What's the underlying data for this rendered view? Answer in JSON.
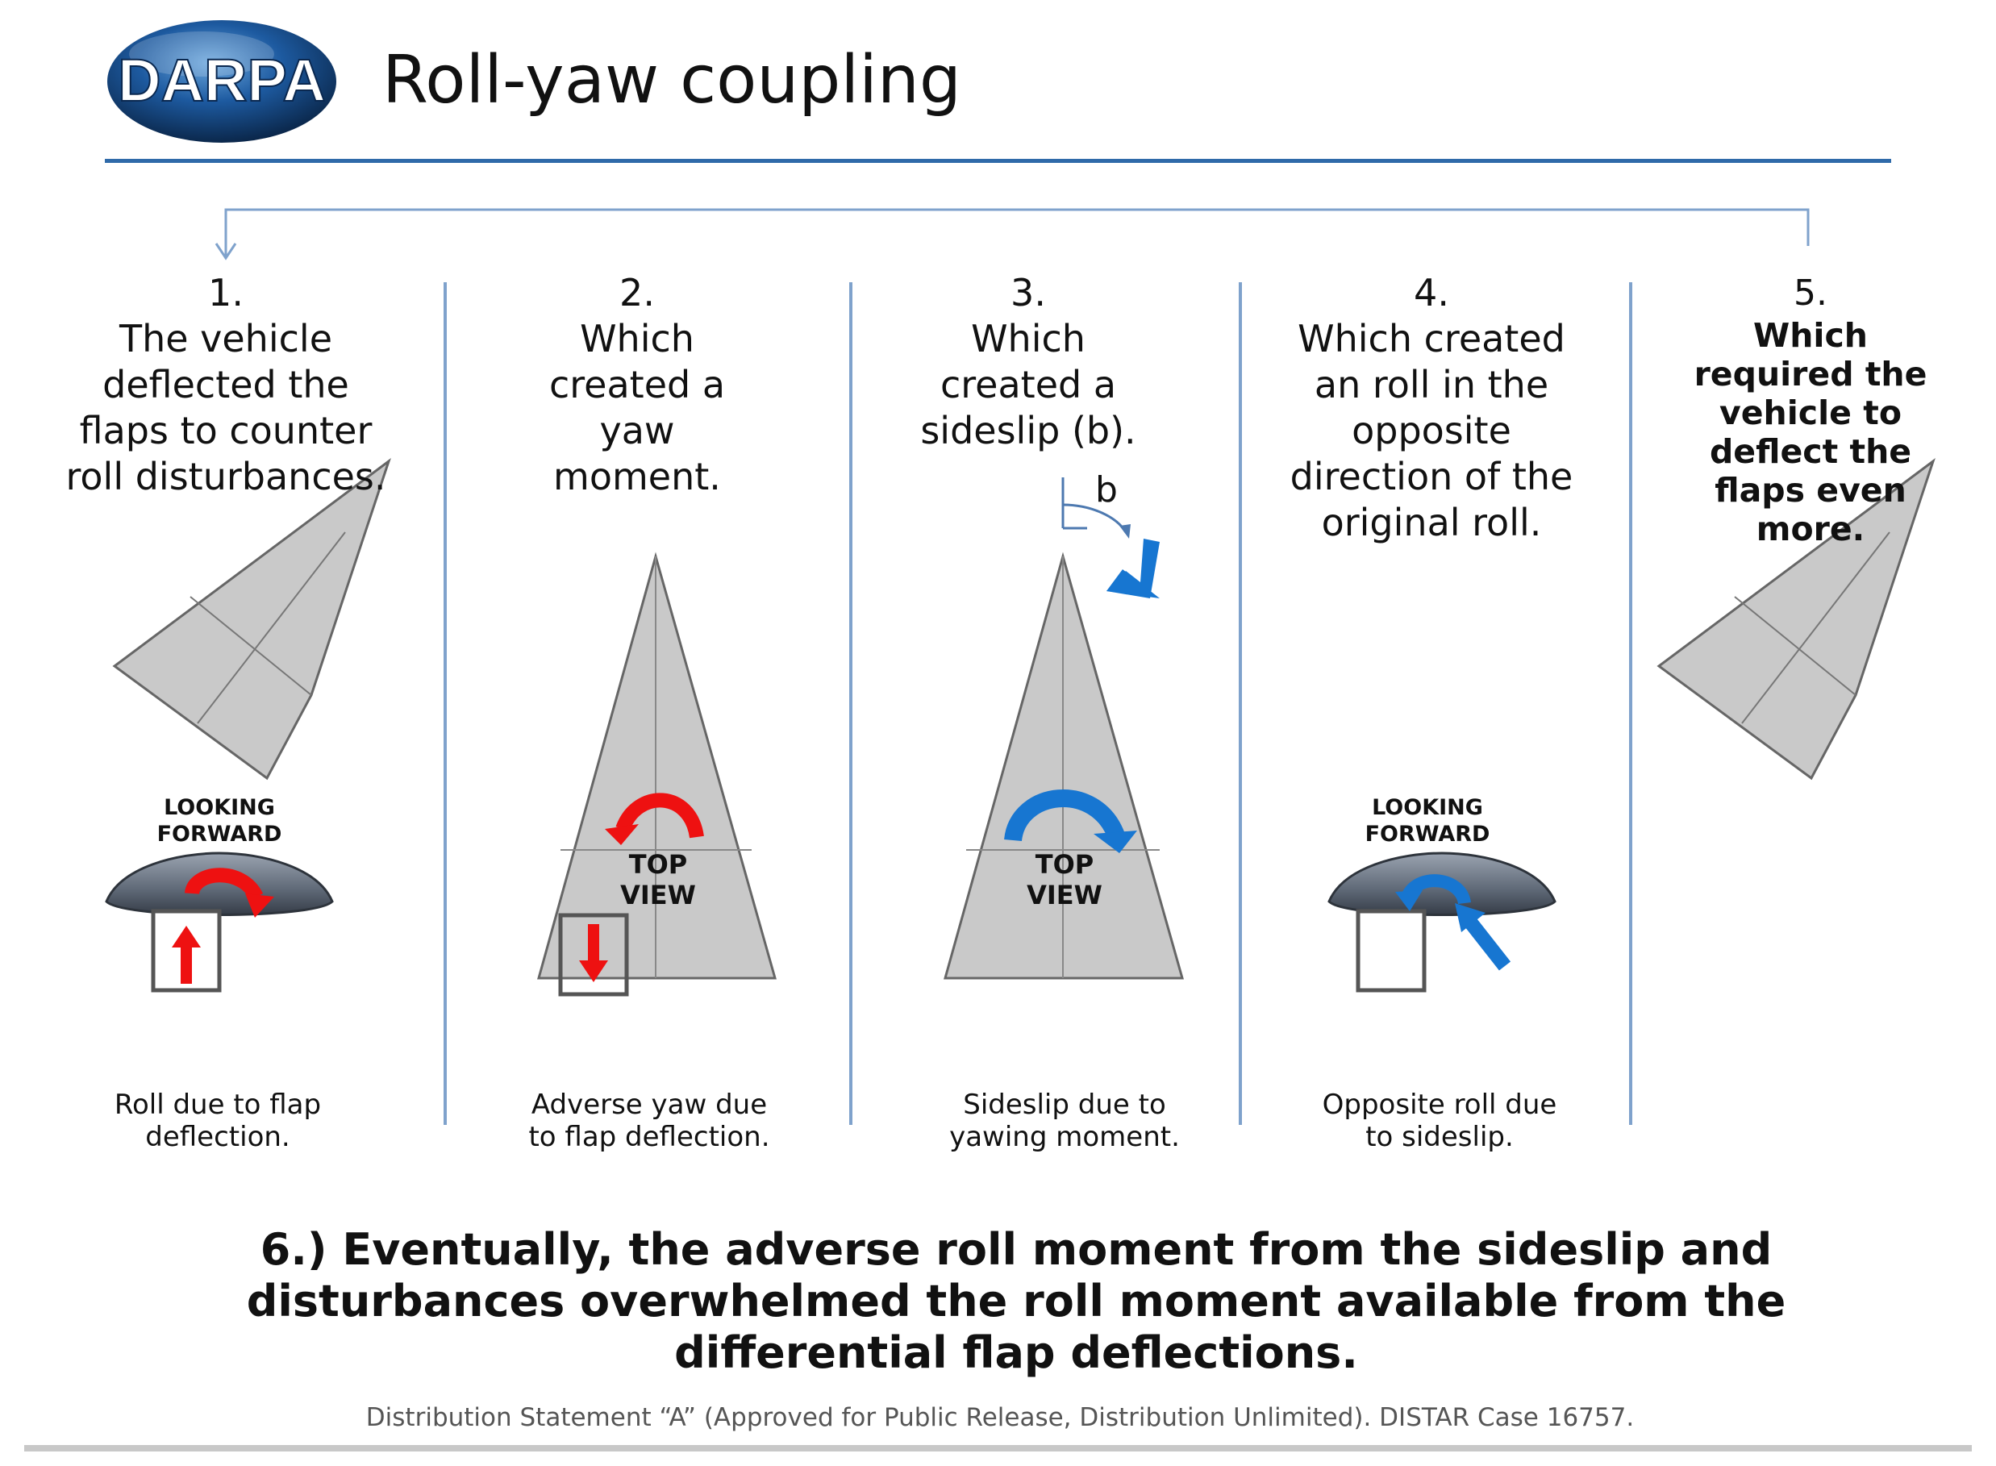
{
  "header": {
    "logo_text": "DARPA",
    "title": "Roll-yaw coupling",
    "rule_color": "#2f6aa9"
  },
  "steps": [
    {
      "number": "1.",
      "text": "The vehicle deflected the flaps to counter roll disturbances.",
      "caption": "Roll due to flap deflection."
    },
    {
      "number": "2.",
      "text": "Which created a yaw moment.",
      "caption": "Adverse yaw due to flap deflection."
    },
    {
      "number": "3.",
      "text": "Which created a sideslip (b).",
      "caption": "Sideslip due to yawing moment."
    },
    {
      "number": "4.",
      "text": "Which created an roll in the opposite direction of the original roll.",
      "caption": "Opposite roll due to sideslip."
    },
    {
      "number": "5.",
      "text": "Which required the vehicle to deflect the flaps even more."
    }
  ],
  "labels": {
    "looking_forward": "LOOKING FORWARD",
    "top_view": "TOP VIEW",
    "beta": "b"
  },
  "colors": {
    "red_arrow": "#ee1111",
    "blue_arrow": "#1776d1",
    "vehicle_gray": "#c9c9c9",
    "divider": "#7fa2cc"
  },
  "conclusion": "6.) Eventually, the adverse roll moment from the sideslip and disturbances overwhelmed the roll moment available from the differential flap deflections.",
  "footer": "Distribution Statement “A” (Approved for Public Release, Distribution Unlimited). DISTAR Case 16757."
}
